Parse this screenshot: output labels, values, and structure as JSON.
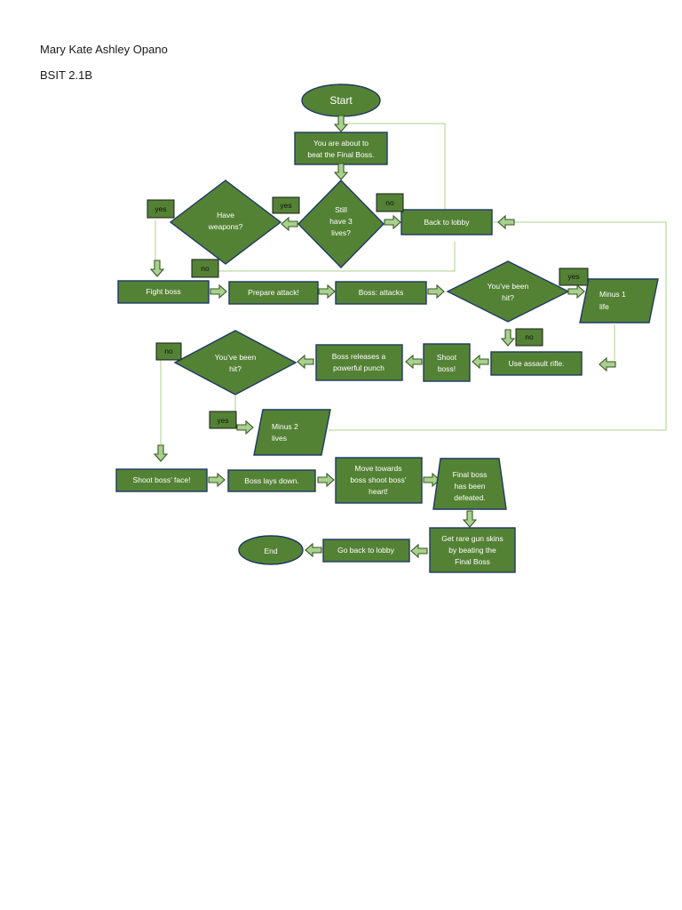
{
  "header": {
    "name": "Mary Kate Ashley Opano",
    "class": "BSIT 2.1B"
  },
  "nodes": {
    "start": "Start",
    "about_to_beat": [
      "You are about to",
      "beat the Final Boss."
    ],
    "have_weapons": [
      "Have",
      "weapons?"
    ],
    "still_3_lives": [
      "Still",
      "have 3",
      "lives?"
    ],
    "back_to_lobby": "Back to lobby",
    "fight_boss": "Fight boss",
    "prepare_attack": "Prepare attack!",
    "boss_attacks": "Boss: attacks",
    "been_hit_1": [
      "You’ve been",
      "hit?"
    ],
    "minus_1_life": [
      "Minus 1",
      "life"
    ],
    "use_rifle": "Use assault rifle.",
    "shoot_boss": [
      "Shoot",
      "boss!"
    ],
    "boss_punch": [
      "Boss releases a",
      "powerful punch"
    ],
    "been_hit_2": [
      "You’ve been",
      "hit?"
    ],
    "minus_2_lives": [
      "Minus 2",
      "lives"
    ],
    "shoot_face": "Shoot boss’ face!",
    "boss_lays": "Boss lays down.",
    "move_towards": [
      "Move towards",
      "boss shoot boss’",
      "heart!"
    ],
    "boss_defeated": [
      "Final boss",
      "has been",
      "defeated."
    ],
    "rare_skins": [
      "Get rare gun skins",
      "by beating the",
      "Final Boss"
    ],
    "go_back_lobby": "Go back to lobby",
    "end": "End"
  },
  "tags": {
    "yes": "yes",
    "no": "no"
  }
}
